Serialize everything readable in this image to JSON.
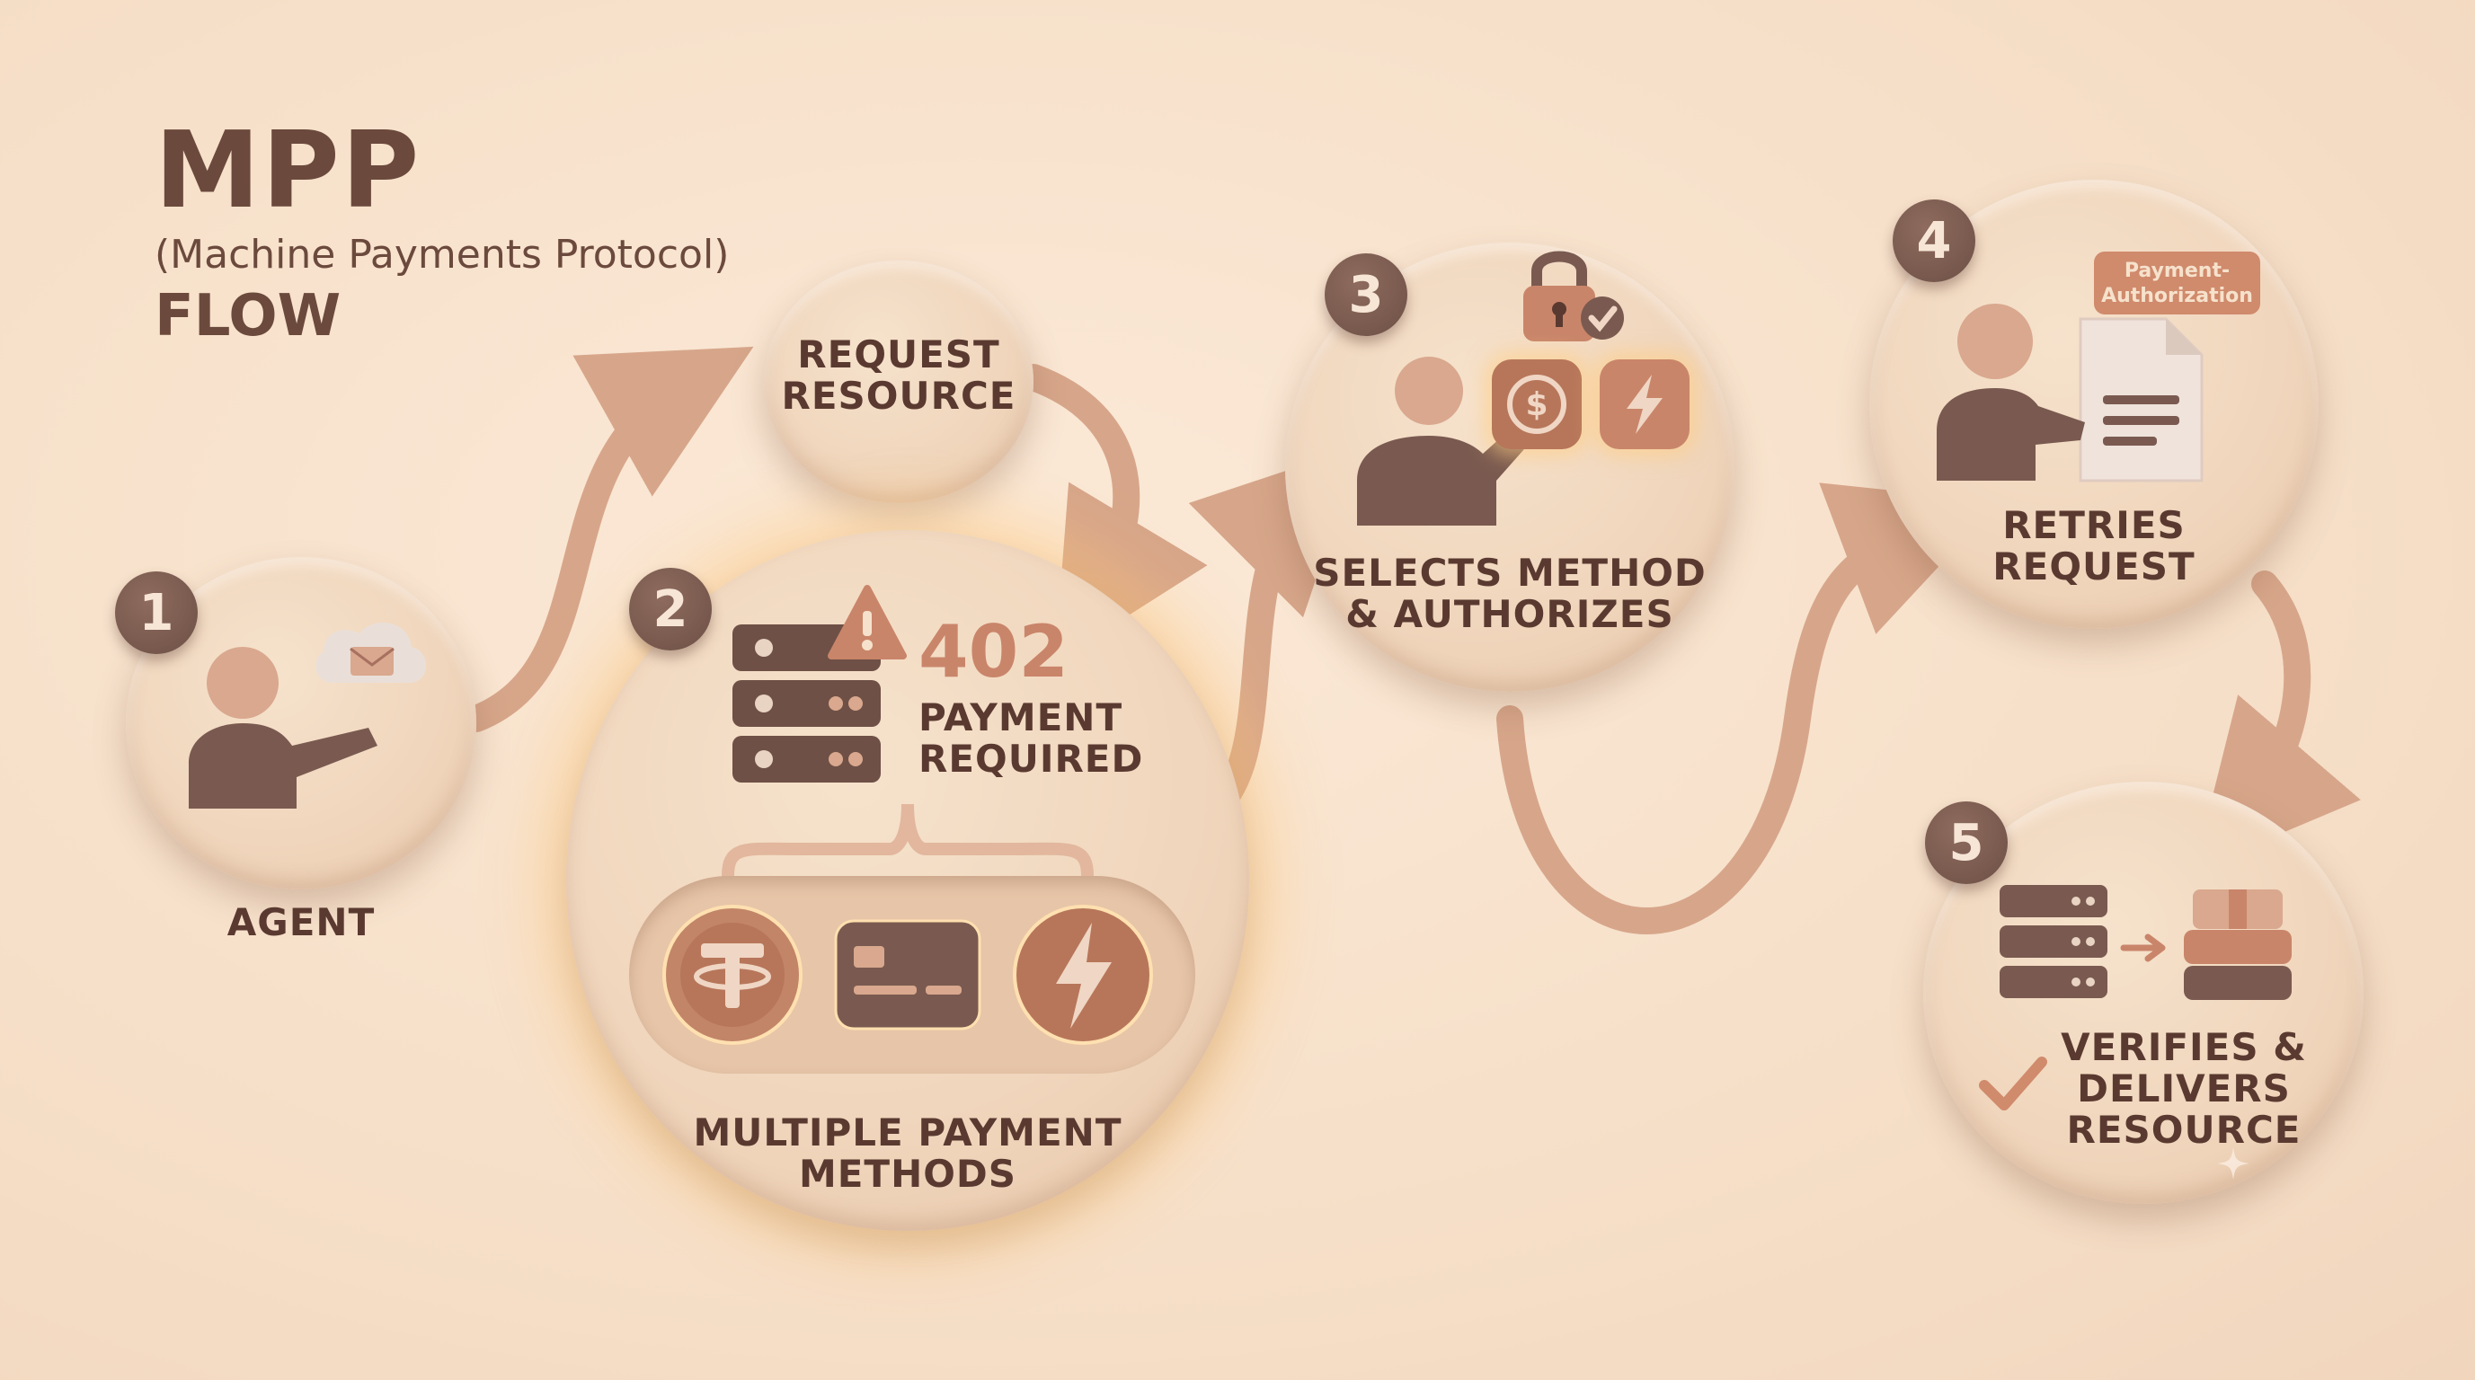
{
  "title": "MPP",
  "subtitle": "(Machine Payments Protocol)",
  "flow_label": "FLOW",
  "steps": [
    {
      "number": "1",
      "label": "AGENT"
    },
    {
      "number": "2",
      "code": "402",
      "status_line1": "PAYMENT",
      "status_line2": "REQUIRED",
      "label_line1": "MULTIPLE PAYMENT",
      "label_line2": "METHODS"
    },
    {
      "number": "3",
      "label_line1": "SELECTS METHOD",
      "label_line2": "& AUTHORIZES"
    },
    {
      "number": "4",
      "label_line1": "RETRIES",
      "label_line2": "REQUEST",
      "header_line1": "Payment-",
      "header_line2": "Authorization"
    },
    {
      "number": "5",
      "label_line1": "VERIFIES &",
      "label_line2": "DELIVERS",
      "label_line3": "RESOURCE"
    }
  ],
  "request_node": {
    "line1": "REQUEST",
    "line2": "RESOURCE"
  },
  "payment_methods": [
    "tether-coin-icon",
    "credit-card-icon",
    "lightning-coin-icon"
  ],
  "colors": {
    "background": "#f6dfc8",
    "disc": "#efd4ba",
    "text": "#5a3a30",
    "arrow": "#d7a68a",
    "dark": "#6e5046",
    "accent": "#c9856a"
  }
}
